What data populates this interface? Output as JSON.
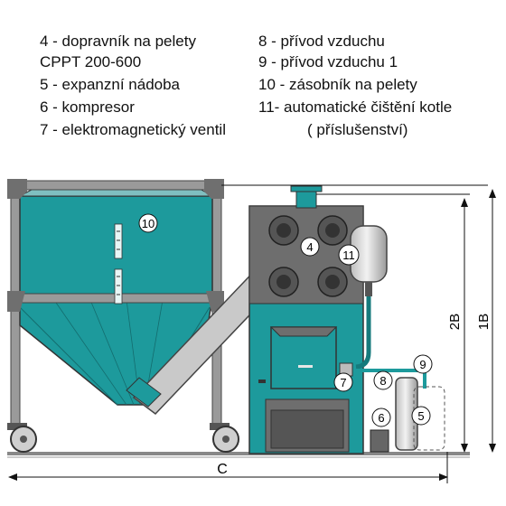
{
  "legend": {
    "left": [
      "4 - dopravník na pelety",
      "CPPT 200-600",
      "5 - expanzní nádoba",
      "6 - kompresor",
      "7 - elektromagnetický ventil"
    ],
    "right": [
      "8 - přívod vzduchu",
      "9 - přívod vzduchu 1",
      "10 - zásobník na pelety",
      "11- automatické čištění kotle",
      "( příslušenství)"
    ]
  },
  "callouts": [
    "4",
    "5",
    "6",
    "7",
    "8",
    "9",
    "10",
    "11"
  ],
  "dimensions": {
    "width_label": "C",
    "height_label_1": "1B",
    "height_label_2": "2B"
  },
  "colors": {
    "teal": "#1d9a9c",
    "teal_dark": "#157a7c",
    "grey_metal": "#8a8a8a",
    "dark_grey": "#555555"
  }
}
